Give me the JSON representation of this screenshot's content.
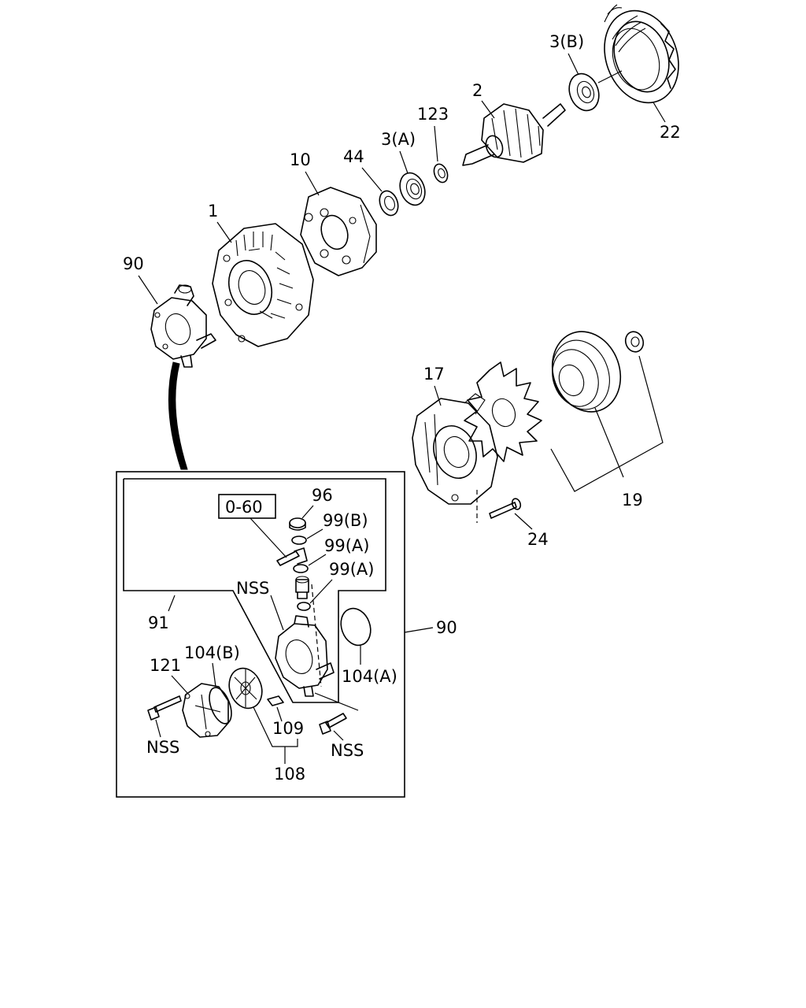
{
  "diagram": {
    "callouts": {
      "p1": "1",
      "p2": "2",
      "p3a": "3(A)",
      "p3b": "3(B)",
      "p10": "10",
      "p17": "17",
      "p19": "19",
      "p22": "22",
      "p24": "24",
      "p44": "44",
      "p90_top": "90",
      "p90_box": "90",
      "p91": "91",
      "p96": "96",
      "p99b": "99(B)",
      "p99a_1": "99(A)",
      "p99a_2": "99(A)",
      "p104a": "104(A)",
      "p104b": "104(B)",
      "p108": "108",
      "p109": "109",
      "p121": "121",
      "p123": "123",
      "nss_1": "NSS",
      "nss_2": "NSS",
      "nss_3": "NSS"
    },
    "reference_box": "0-60"
  }
}
